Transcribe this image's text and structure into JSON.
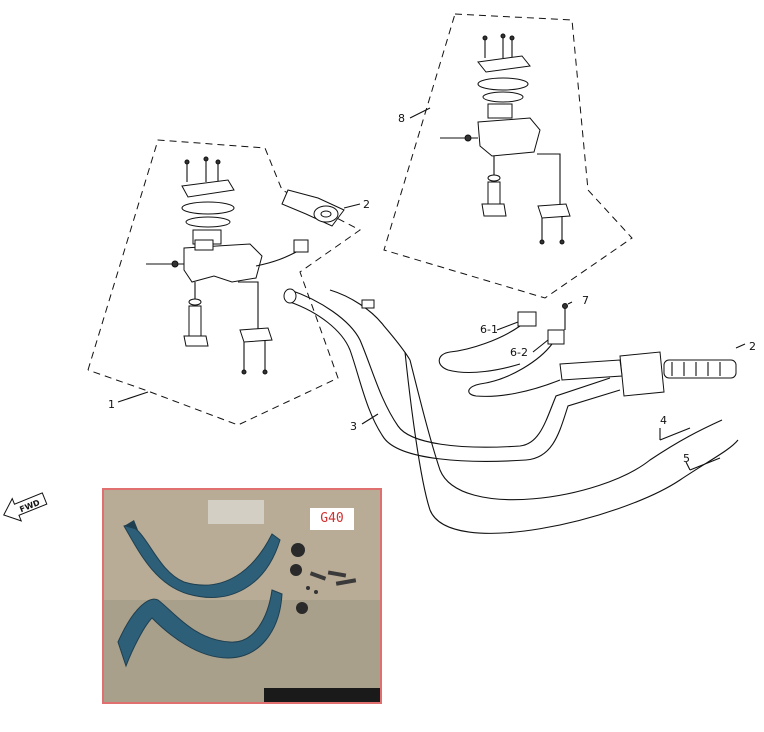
{
  "callouts": {
    "c1": "1",
    "c2a": "2",
    "c2b": "2",
    "c3": "3",
    "c4": "4",
    "c5": "5",
    "c6_1": "6-1",
    "c6_2": "6-2",
    "c7": "7",
    "c8": "8"
  },
  "photo": {
    "label": "G40"
  },
  "arrow": {
    "text": "FWD"
  },
  "colors": {
    "photo_border": "#e07070",
    "photo_label": "#d03030",
    "handguard": "#2e5f78"
  }
}
